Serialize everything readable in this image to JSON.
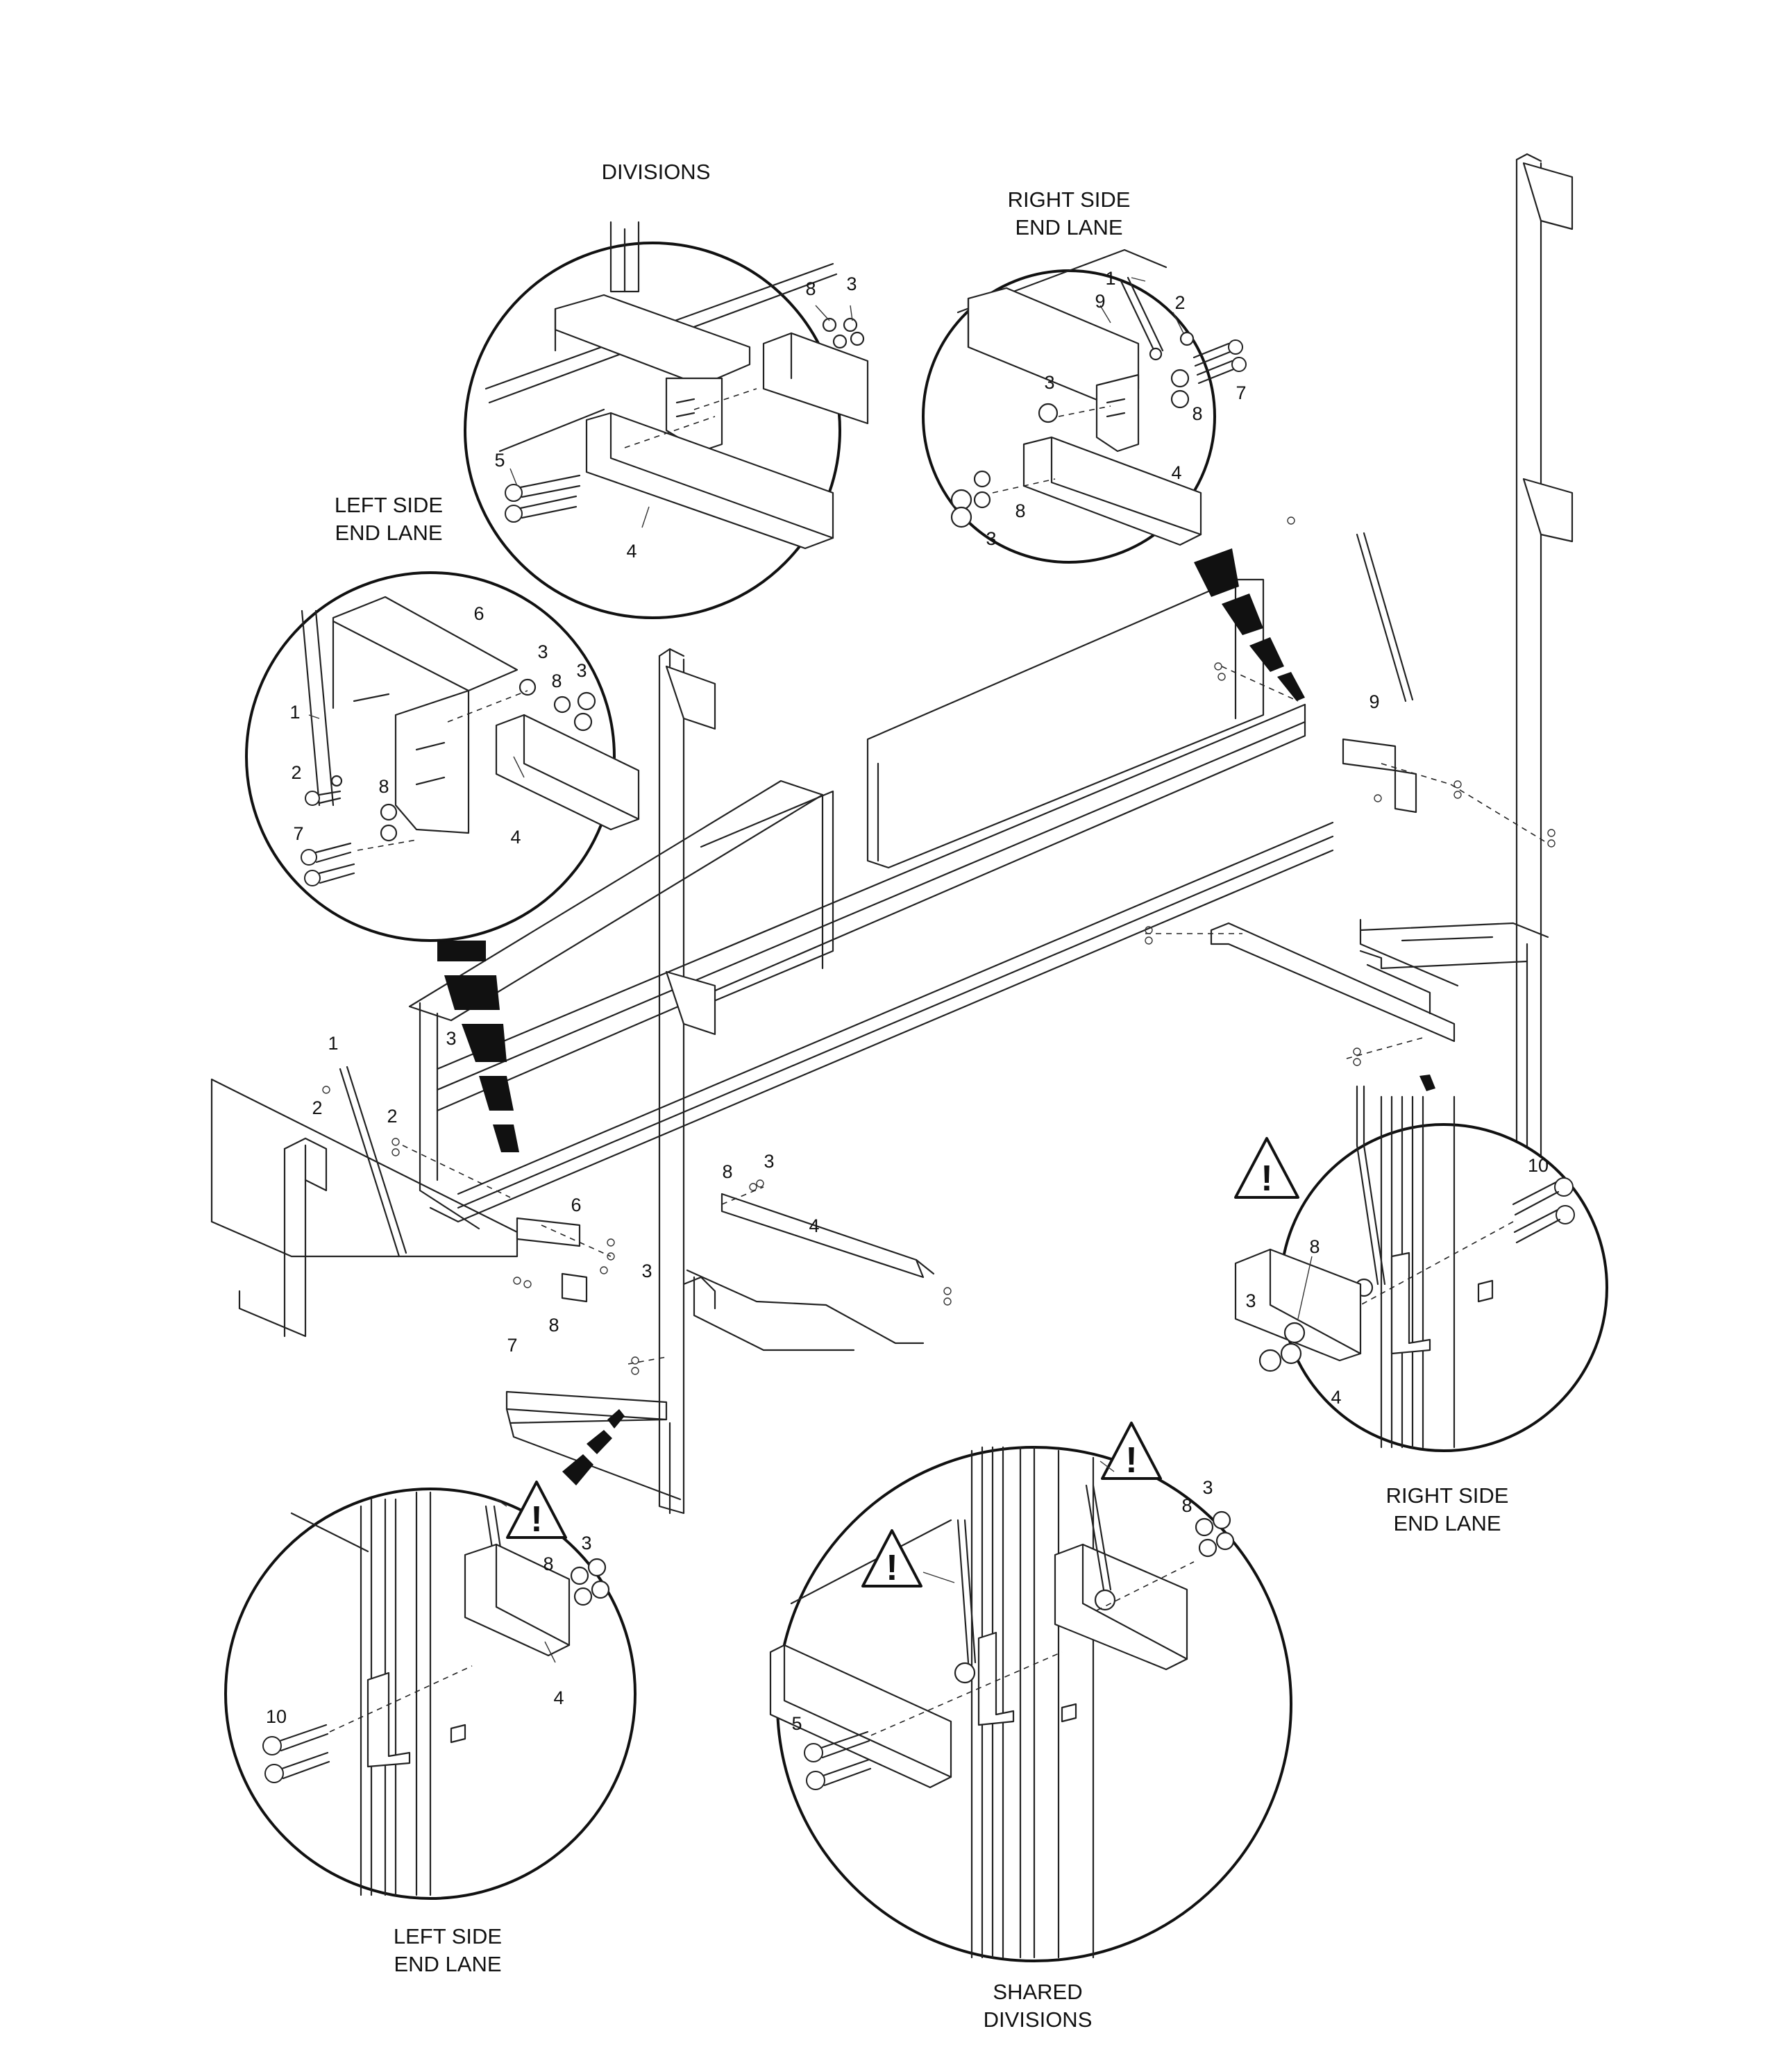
{
  "labels": {
    "divisions": "DIVISIONS",
    "right_top_1": "RIGHT SIDE",
    "right_top_2": "END LANE",
    "left_top_1": "LEFT SIDE",
    "left_top_2": "END LANE",
    "right_bottom_1": "RIGHT SIDE",
    "right_bottom_2": "END LANE",
    "left_bottom_1": "LEFT SIDE",
    "left_bottom_2": "END LANE",
    "shared_1": "SHARED",
    "shared_2": "DIVISIONS"
  },
  "callouts": {
    "div_8": "8",
    "div_3": "3",
    "div_5": "5",
    "div_4": "4",
    "rt_1": "1",
    "rt_2": "2",
    "rt_9": "9",
    "rt_3a": "3",
    "rt_7": "7",
    "rt_8a": "8",
    "rt_4": "4",
    "rt_8b": "8",
    "rt_3b": "3",
    "lt_6": "6",
    "lt_3a": "3",
    "lt_3b": "3",
    "lt_8a": "8",
    "lt_1": "1",
    "lt_2": "2",
    "lt_8b": "8",
    "lt_7": "7",
    "lt_4": "4",
    "m_9": "9",
    "m_1": "1",
    "m_3a": "3",
    "m_2a": "2",
    "m_2b": "2",
    "m_6": "6",
    "m_8a": "8",
    "m_3b": "3",
    "m_4": "4",
    "m_3c": "3",
    "m_7": "7",
    "m_8b": "8",
    "rb_10": "10",
    "rb_8": "8",
    "rb_3": "3",
    "rb_4": "4",
    "lb_8": "8",
    "lb_3": "3",
    "lb_4": "4",
    "lb_10": "10",
    "sd_8": "8",
    "sd_3": "3",
    "sd_5": "5"
  },
  "warning_symbol": "!",
  "icons": [
    "warning-triangle-icon"
  ]
}
